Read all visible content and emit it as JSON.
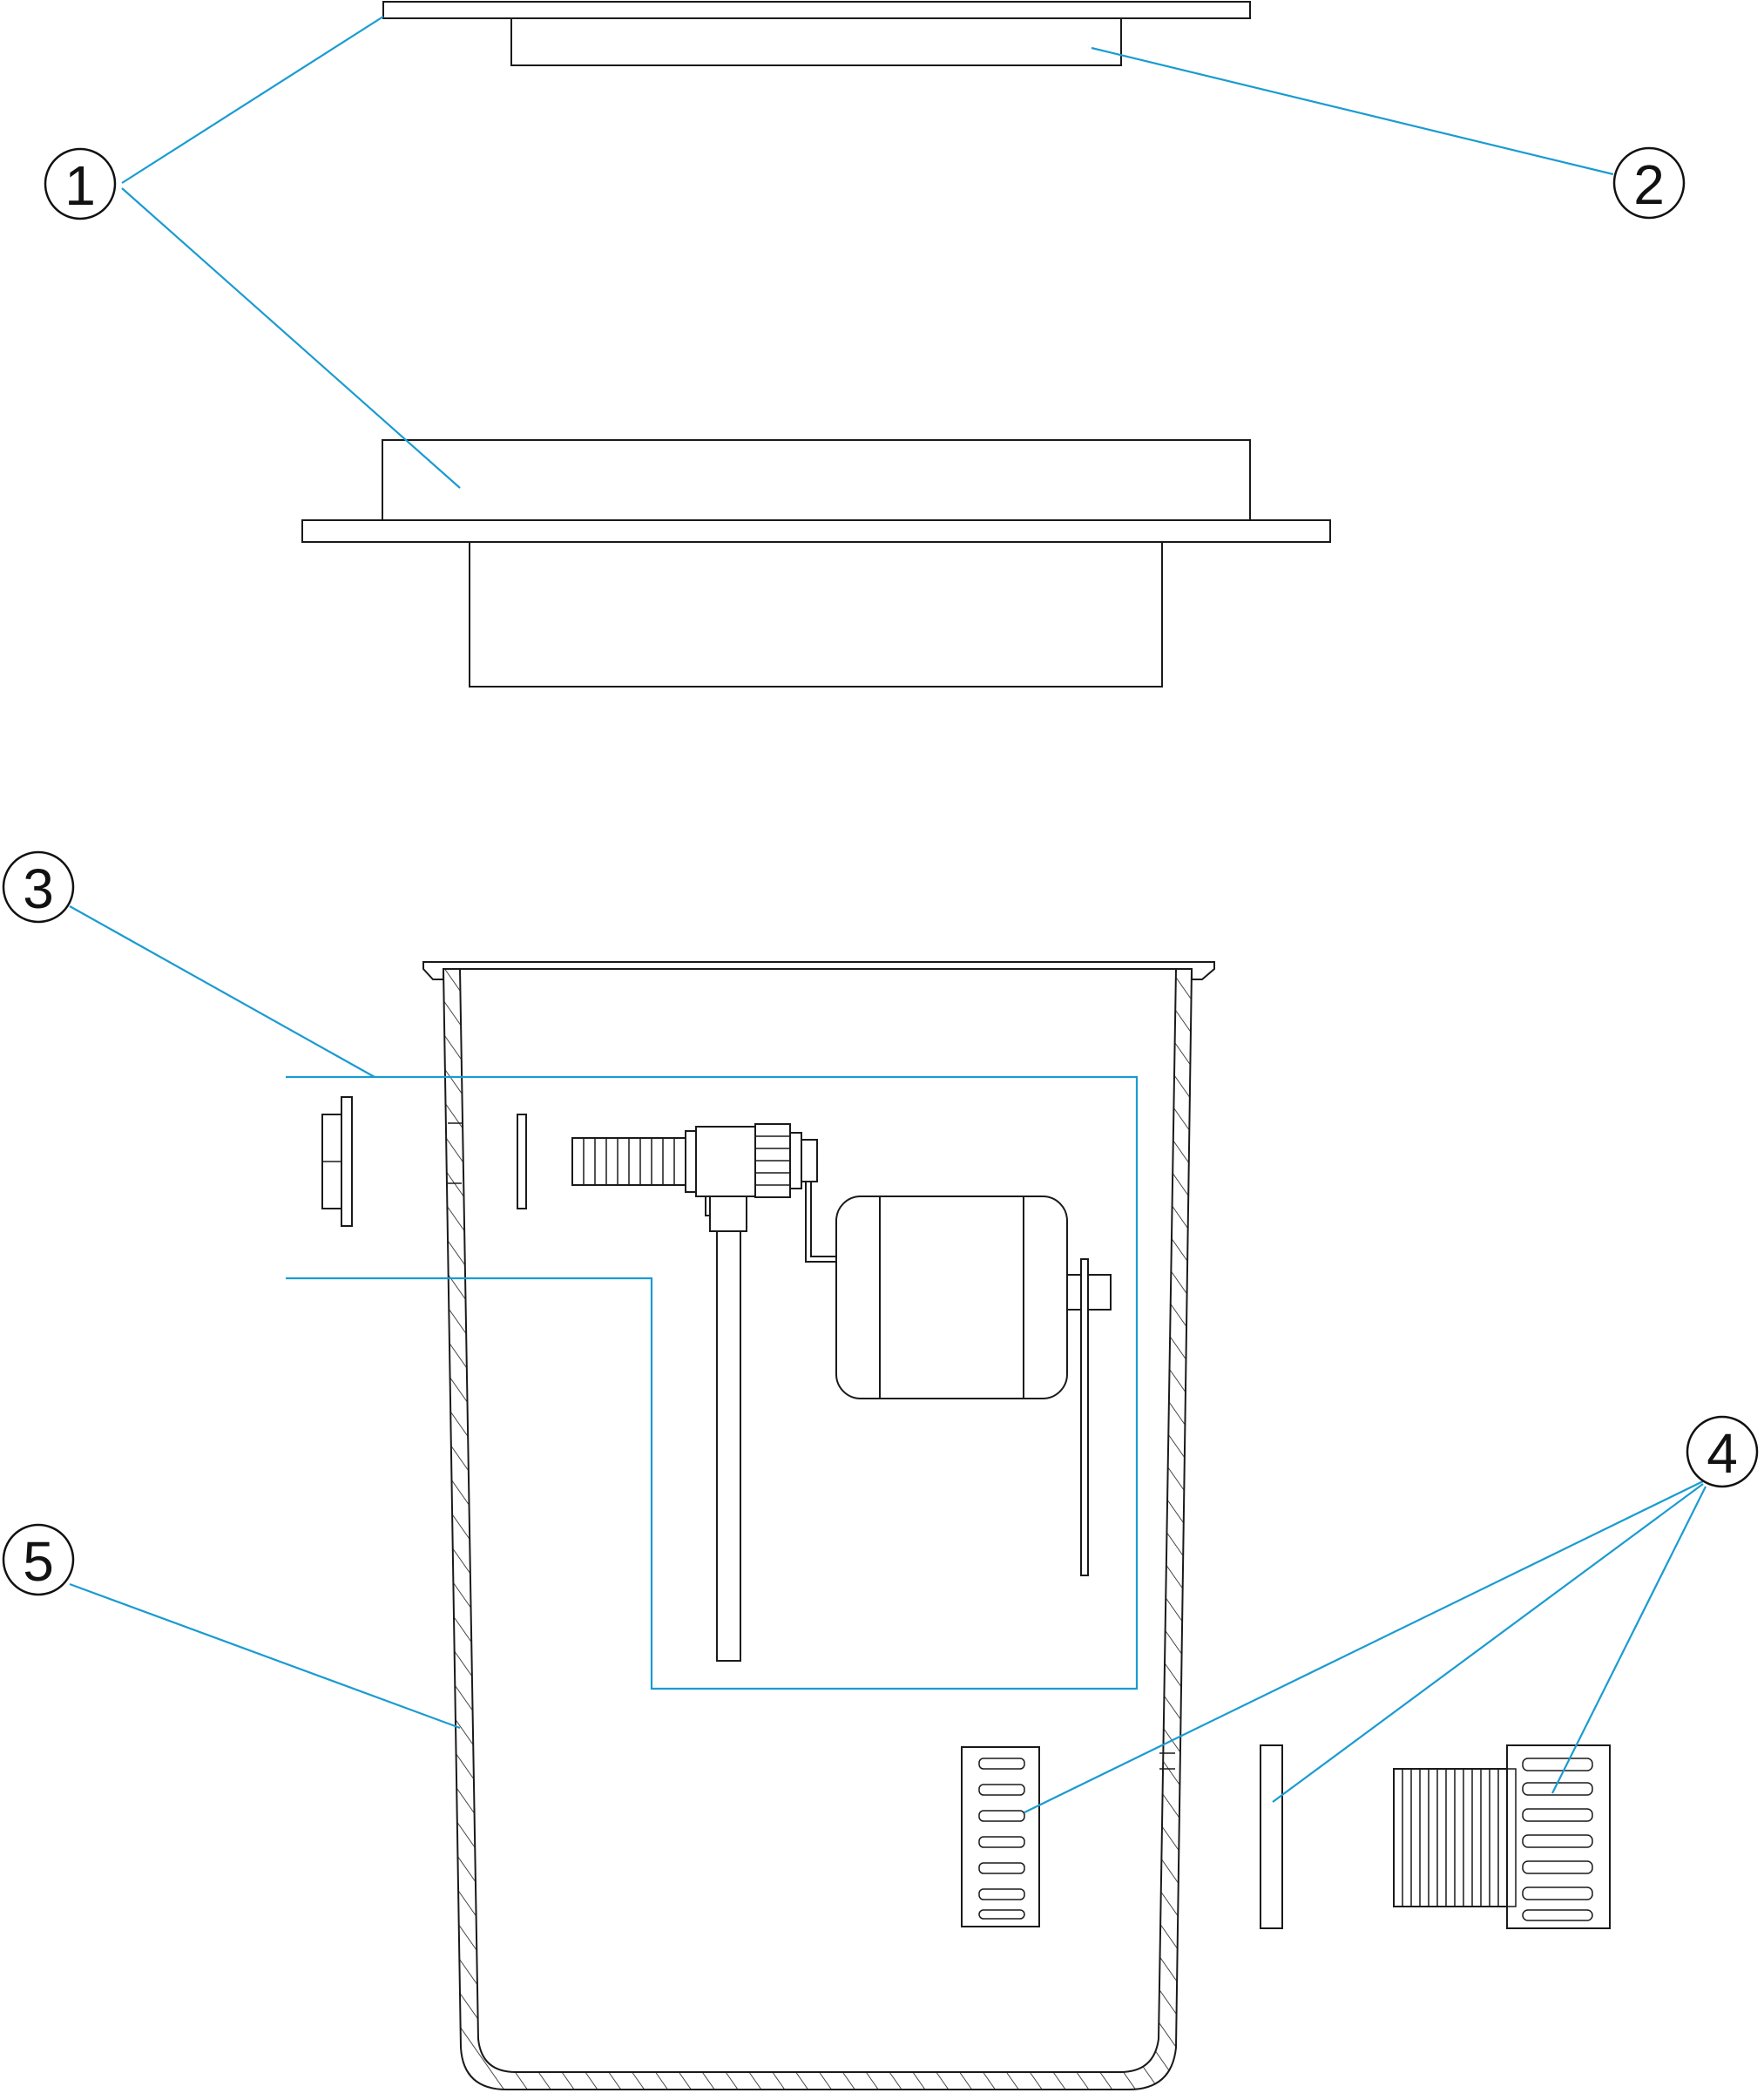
{
  "callouts": {
    "c1": "1",
    "c2": "2",
    "c3": "3",
    "c4": "4",
    "c5": "5"
  },
  "colors": {
    "leader": "#1a9bd1",
    "outline": "#1a1a1a"
  }
}
